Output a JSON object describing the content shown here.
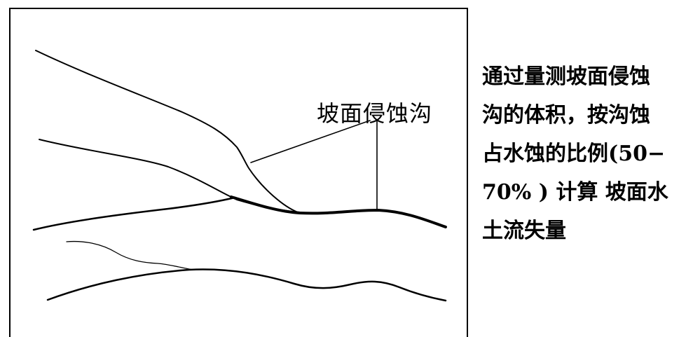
{
  "diagram": {
    "gully_label": "坡面侵蚀沟"
  },
  "description": {
    "lines": [
      "通过量测坡面侵蚀",
      "沟的体积，按沟蚀",
      "占水蚀的比例(50−",
      "70% ) 计算 坡面水",
      "土流失量"
    ]
  },
  "colors": {
    "ink": "#000000",
    "background": "#ffffff"
  }
}
